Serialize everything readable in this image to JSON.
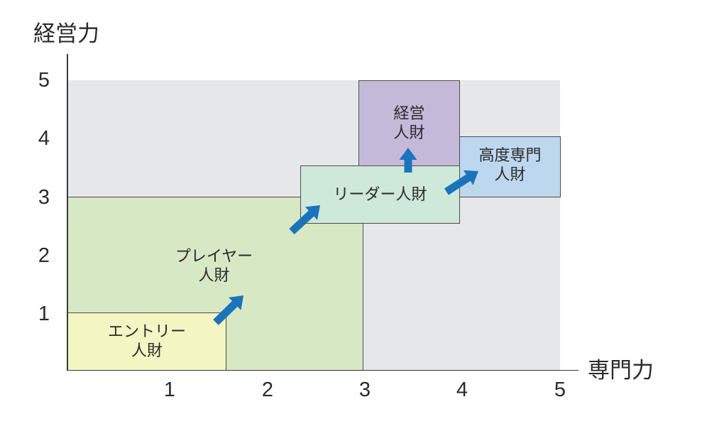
{
  "axis": {
    "y_label": "経営力",
    "x_label": "専門力",
    "y_ticks": [
      "5",
      "4",
      "3",
      "2",
      "1"
    ],
    "x_ticks": [
      "1",
      "2",
      "3",
      "4",
      "5"
    ]
  },
  "regions": {
    "entry": {
      "lines": [
        "エントリー",
        "人財"
      ],
      "color": "#f3f5c2"
    },
    "player": {
      "lines": [
        "プレイヤー",
        "人財"
      ],
      "color": "#d7e8c4"
    },
    "leader": {
      "lines": [
        "リーダー人財"
      ],
      "color": "#cee8d9"
    },
    "management": {
      "lines": [
        "経営",
        "人財"
      ],
      "color": "#c5b9da"
    },
    "specialist": {
      "lines": [
        "高度専門",
        "人財"
      ],
      "color": "#bdd7ee"
    }
  },
  "colors": {
    "plot_background": "#e6e7e8",
    "arrow": "#1b74bb",
    "border": "#4d4d4d",
    "axis": "#3a3a3a",
    "text": "#2a2a2a"
  }
}
